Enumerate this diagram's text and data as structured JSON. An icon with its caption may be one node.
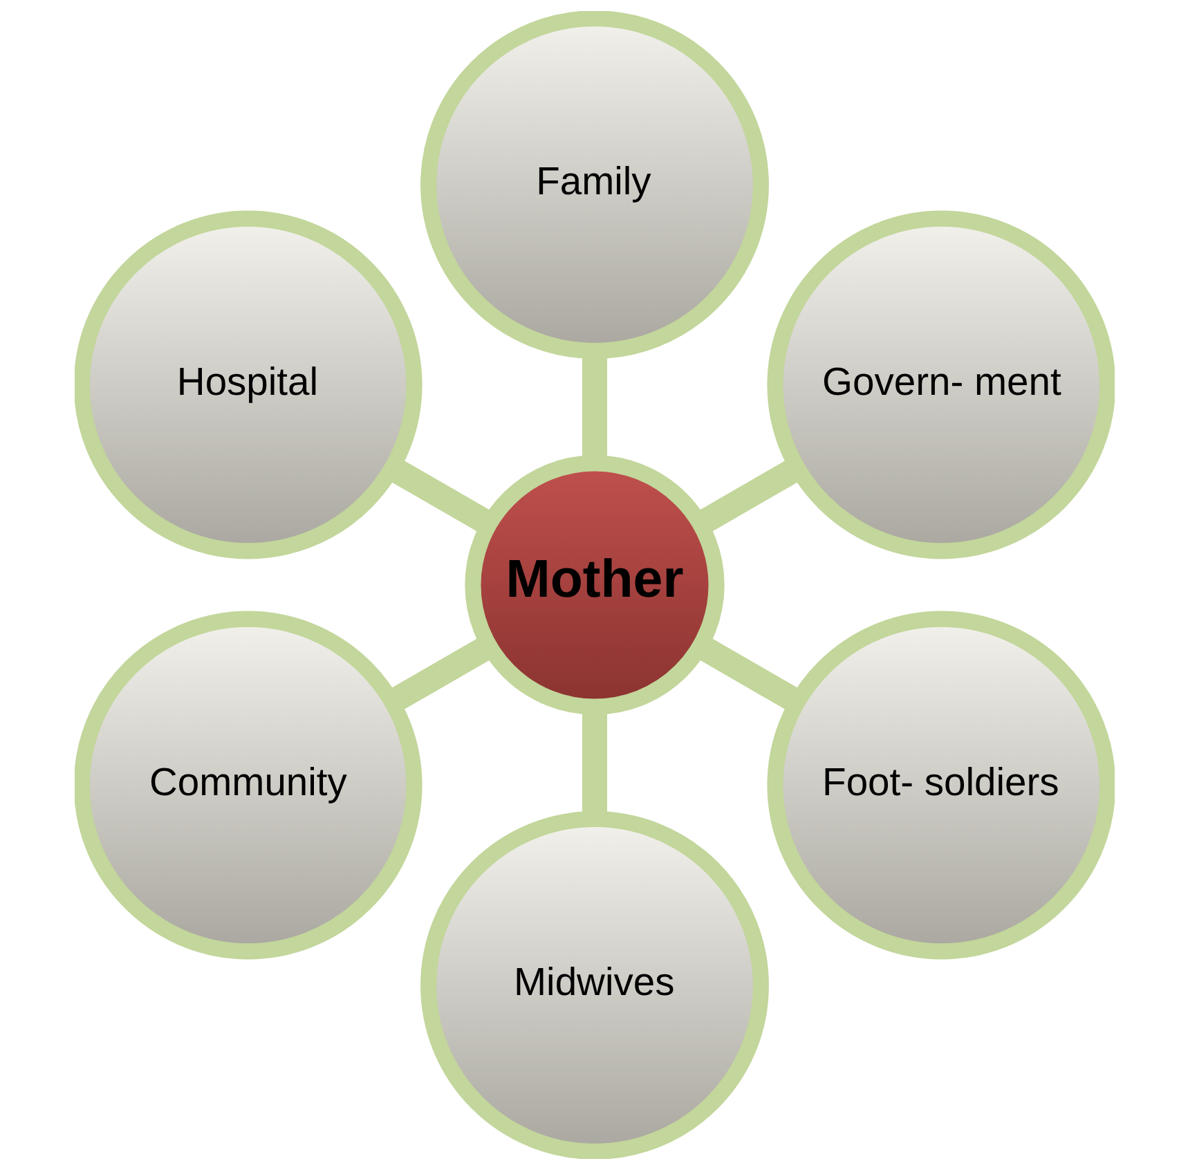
{
  "diagram": {
    "nodes": [
      {
        "text": [
          "Govern- ment"
        ]
      },
      {
        "text": [
          "Family"
        ]
      },
      {
        "text": [
          "Hospital"
        ]
      },
      {
        "text": [
          "Mother"
        ]
      },
      {
        "text": [
          "Community"
        ]
      },
      {
        "text": [
          "Midwives"
        ]
      },
      {
        "text": [
          "Foot- soldiers"
        ]
      }
    ],
    "edges": [
      {
        "from": 0,
        "to": 3,
        "arrow": "none"
      },
      {
        "from": 1,
        "to": 3,
        "arrow": "none"
      },
      {
        "from": 4,
        "to": 3,
        "arrow": "none"
      },
      {
        "from": 6,
        "to": 3,
        "arrow": "none"
      },
      {
        "from": 5,
        "to": 3,
        "arrow": "none"
      },
      {
        "from": 2,
        "to": 3,
        "arrow": "none"
      }
    ]
  }
}
